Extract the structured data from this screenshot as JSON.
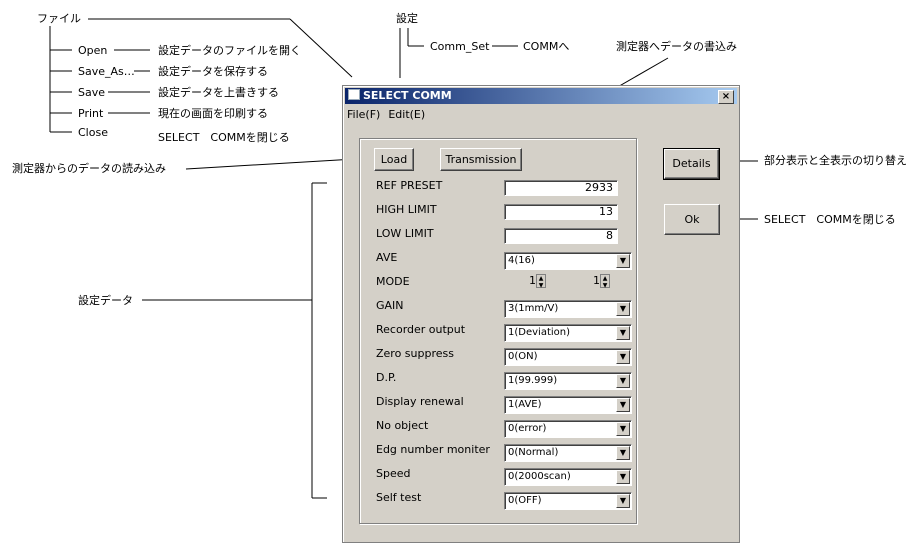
{
  "annotations": {
    "file": "ファイル",
    "open": "Open",
    "open_desc": "設定データのファイルを開く",
    "save_as": "Save_As…",
    "save_as_desc": "設定データを保存する",
    "save": "Save",
    "save_desc": "設定データを上書きする",
    "print": "Print",
    "print_desc": "現在の画面を印刷する",
    "close": "Close",
    "close_desc": "SELECT　COMMを閉じる",
    "settings": "設定",
    "comm_set": "Comm_Set",
    "comm_set_desc": "COMMへ",
    "write": "測定器へデータの書込み",
    "read": "測定器からのデータの読み込み",
    "data": "設定データ",
    "details_desc": "部分表示と全表示の切り替え",
    "ok_desc": "SELECT　COMMを閉じる"
  },
  "dialog": {
    "title": "SELECT COMM",
    "close_glyph": "×",
    "menu": [
      "File(F)",
      "Edit(E)"
    ],
    "load": "Load",
    "transmission": "Transmission",
    "details": "Details",
    "ok": "Ok",
    "fields": {
      "ref_preset": {
        "label": "REF PRESET",
        "value": "2933"
      },
      "high_limit": {
        "label": "HIGH LIMIT",
        "value": "13"
      },
      "low_limit": {
        "label": "LOW LIMIT",
        "value": "8"
      },
      "ave": {
        "label": "AVE",
        "value": "4(16)"
      },
      "mode": {
        "label": "MODE",
        "value1": "1",
        "value2": "1"
      },
      "gain": {
        "label": "GAIN",
        "value": "3(1mm/V)"
      },
      "recorder_output": {
        "label": "Recorder output",
        "value": "1(Deviation)"
      },
      "zero_suppress": {
        "label": "Zero suppress",
        "value": "0(ON)"
      },
      "dp": {
        "label": "D.P.",
        "value": "1(99.999)"
      },
      "display_renewal": {
        "label": "Display renewal",
        "value": "1(AVE)"
      },
      "no_object": {
        "label": "No object",
        "value": "0(error)"
      },
      "edg_number_moniter": {
        "label": "Edg number moniter",
        "value": "0(Normal)"
      },
      "speed": {
        "label": "Speed",
        "value": "0(2000scan)"
      },
      "self_test": {
        "label": "Self test",
        "value": "0(OFF)"
      }
    }
  }
}
